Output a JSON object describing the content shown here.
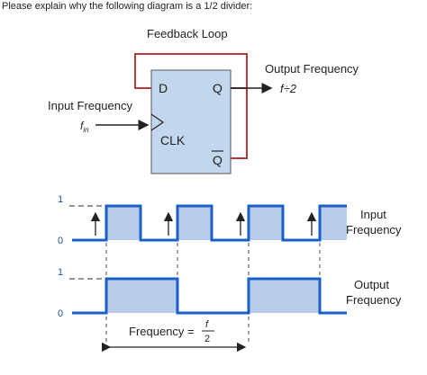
{
  "question": "Please explain why the following diagram is a 1/2 divider:",
  "flipflop": {
    "feedback_label": "Feedback Loop",
    "input_label": "Input Frequency",
    "input_symbol": "f",
    "input_subscript": "in",
    "output_label": "Output Frequency",
    "output_expression": "f÷2",
    "pin_d": "D",
    "pin_q": "Q",
    "pin_qbar": "Q",
    "pin_clk": "CLK"
  },
  "timing": {
    "input_row": {
      "high": "1",
      "low": "0",
      "label_line1": "Input",
      "label_line2": "Frequency"
    },
    "output_row": {
      "high": "1",
      "low": "0",
      "label_line1": "Output",
      "label_line2": "Frequency"
    },
    "frequency_prefix": "Frequency =",
    "frequency_numerator": "f",
    "frequency_denominator": "2"
  },
  "colors": {
    "wave": "#1a5fc8",
    "wave_fill": "#b9cdea",
    "block_fill": "#c2d6ee",
    "feedback": "#b23a3a",
    "arrow": "#222222"
  }
}
